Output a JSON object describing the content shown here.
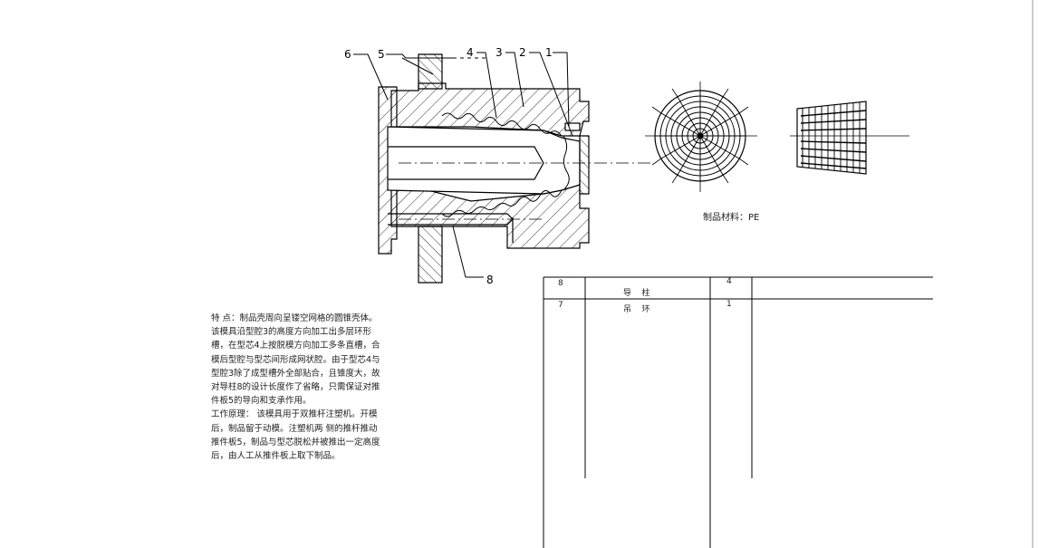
{
  "callouts": {
    "c1": "1",
    "c2": "2",
    "c3": "3",
    "c4": "4",
    "c5": "5",
    "c6": "6",
    "c8": "8"
  },
  "product_material": "制品材料：PE",
  "features": {
    "lines": [
      "特 点：制品壳周向呈镂空网格的圆锥壳体。",
      "该模具沿型腔3的高度方向加工出多层环形",
      "槽，在型芯4上按脱模方向加工多条直槽，合",
      "模后型腔与型芯间形成网状腔。由于型芯4与",
      "型腔3除了成型槽外全部贴合，且锥度大，故",
      "对导柱8的设计长度作了省略，只需保证对推",
      "件板5的导向和支承作用。",
      "工作原理：  该模具用于双推杆注塑机。开模",
      "后，制品留于动模。注塑机两 侧的推杆推动",
      "推件板5，制品与型芯脱松并被推出一定高度",
      "后，由人工从推件板上取下制品。"
    ]
  },
  "parts_table": {
    "rows": [
      {
        "no": "8",
        "name": "导    柱",
        "qty": "4"
      },
      {
        "no": "7",
        "name": "吊    环",
        "qty": "1"
      }
    ]
  }
}
